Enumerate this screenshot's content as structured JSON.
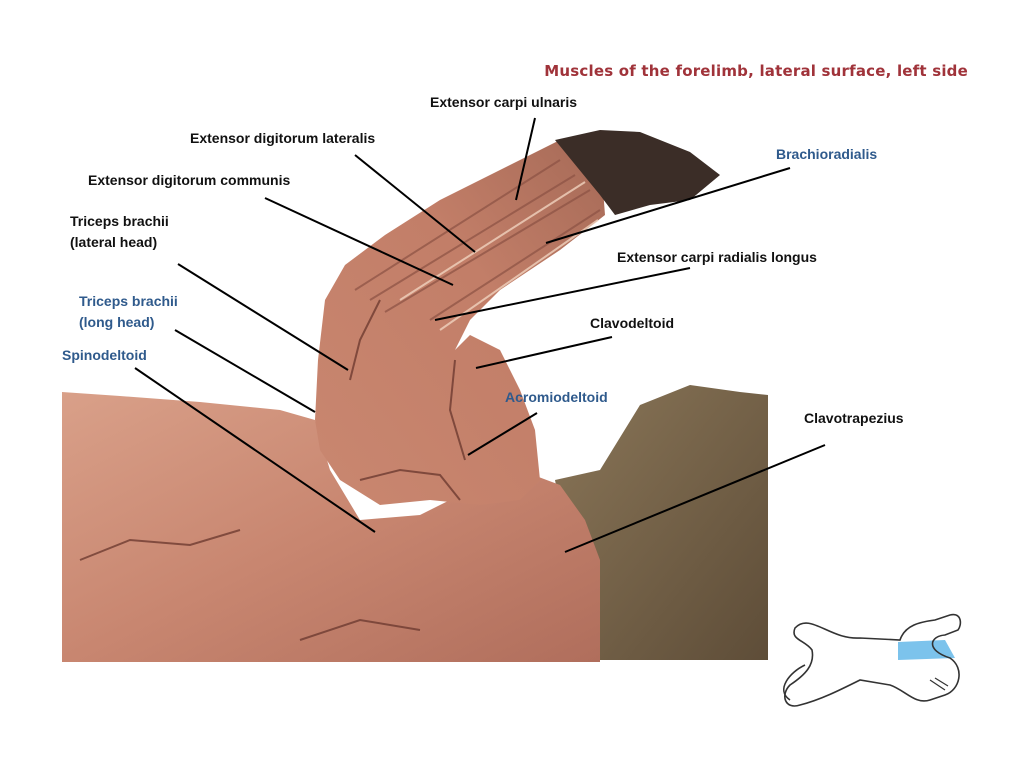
{
  "title": "Muscles of the forelimb, lateral surface, left side",
  "colors": {
    "title": "#a0333a",
    "label_black": "#111111",
    "label_blue": "#2f5a8c",
    "tissue": "#c98a74",
    "fur": "#7a6648",
    "hoof": "#3a2c26",
    "leader_line": "#000000",
    "region_highlight": "#7cc3ec"
  },
  "labels": {
    "extensor_carpi_ulnaris": "Extensor carpi ulnaris",
    "extensor_digitorum_lateralis": "Extensor digitorum lateralis",
    "brachioradialis": "Brachioradialis",
    "extensor_digitorum_communis": "Extensor digitorum communis",
    "triceps_lateral_line1": "Triceps brachii",
    "triceps_lateral_line2": "(lateral head)",
    "extensor_carpi_radialis_longus": "Extensor carpi radialis longus",
    "triceps_long_line1": "Triceps brachii",
    "triceps_long_line2": "(long head)",
    "clavodeltoid": "Clavodeltoid",
    "spinodeltoid": "Spinodeltoid",
    "acromiodeltoid": "Acromiodeltoid",
    "clavotrapezius": "Clavotrapezius"
  },
  "thumbnail": {
    "icon": "cat-outline-icon",
    "highlighted_region": "forelimb-shoulder"
  }
}
